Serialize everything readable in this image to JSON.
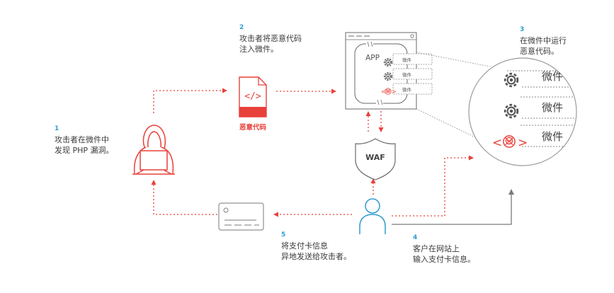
{
  "colors": {
    "accent_red": "#e8403a",
    "step_blue": "#2f9bd0",
    "line_gray": "#8a8a8a",
    "user_blue": "#2f9bd0"
  },
  "steps": [
    {
      "number": "1",
      "line1": "攻击者在微件中",
      "line2": "发现 PHP 漏洞。"
    },
    {
      "number": "2",
      "line1": "攻击者将恶意代码",
      "line2": "注入微件。"
    },
    {
      "number": "3",
      "line1": "在微件中运行",
      "line2": "恶意代码。"
    },
    {
      "number": "4",
      "line1": "客户在网站上",
      "line2": "输入支付卡信息。"
    },
    {
      "number": "5",
      "line1": "将支付卡信息",
      "line2": "异地发送给攻击者。"
    }
  ],
  "labels": {
    "malicious_code": "恶意代码",
    "app": "APP",
    "widget": "微件",
    "waf": "WAF",
    "code_glyph": "</>",
    "lt": "<",
    "gt": ">"
  },
  "icons": {
    "hacker": "hacker-icon",
    "code_file": "code-file-icon",
    "browser": "browser-window-icon",
    "gear": "gear-icon",
    "skull": "skull-icon",
    "shield": "shield-icon",
    "user": "user-icon",
    "card": "credit-card-icon",
    "magnifier": "magnified-view-icon"
  }
}
